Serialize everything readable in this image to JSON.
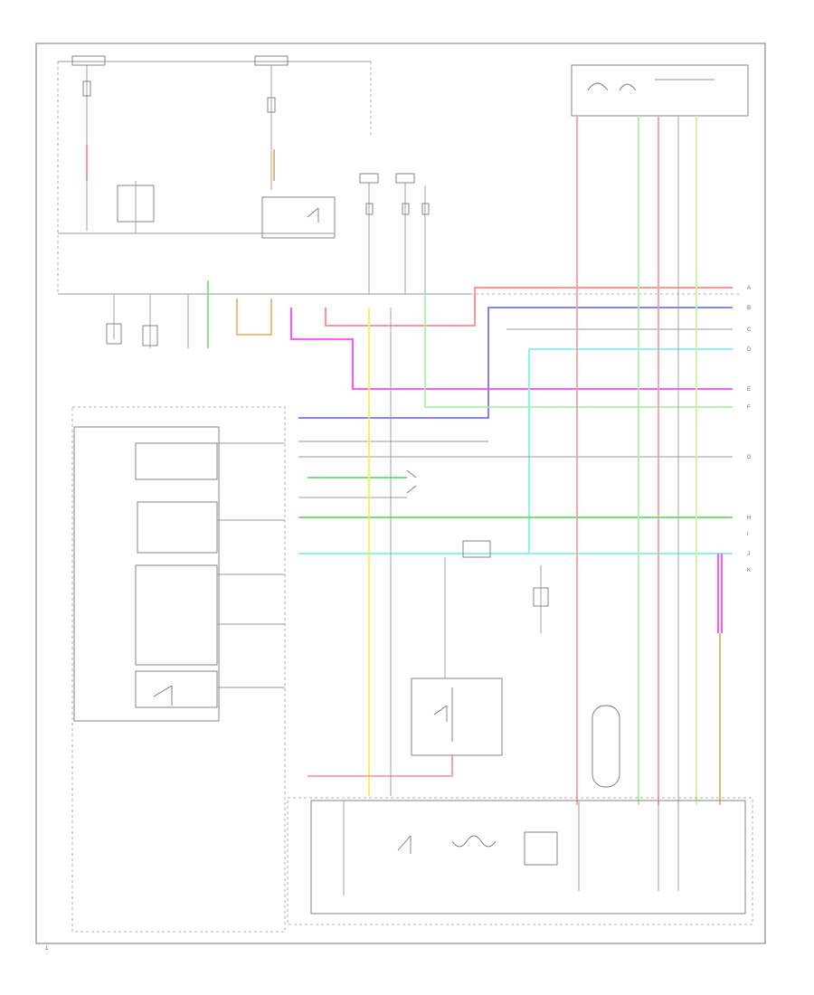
{
  "figure": {
    "page_ref": "1"
  },
  "colors": {
    "red": "#ff8888",
    "pink": "#ff9b9b",
    "yellow": "#f3f34a",
    "green": "#7fe07f",
    "light_green": "#a9f0a9",
    "blue": "#7373ff",
    "magenta": "#ff44ff",
    "cyan": "#7ff0f0",
    "orange": "#f0b070",
    "tan": "#d9b26a",
    "gray_wire": "#aaaaaa",
    "frame": "#888888"
  },
  "connector_pins": [
    "A",
    "B",
    "C",
    "D",
    "E",
    "F",
    "G",
    "H",
    "I",
    "J",
    "K"
  ]
}
